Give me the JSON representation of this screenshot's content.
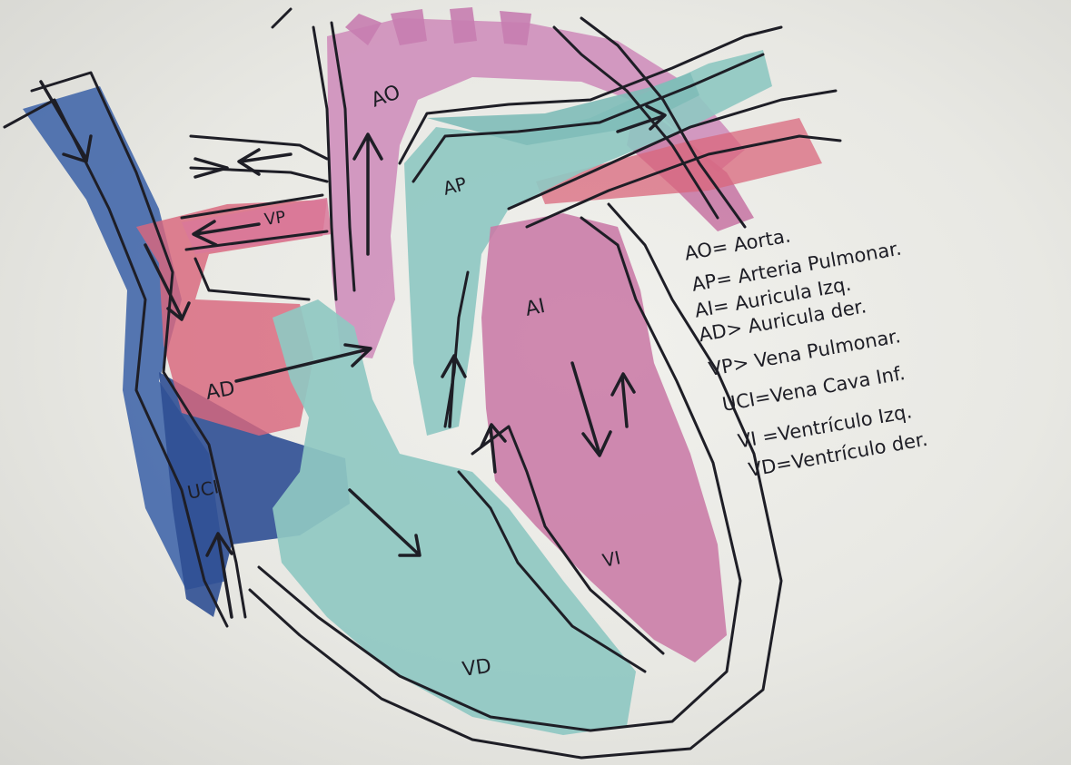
{
  "diagram": {
    "labels": {
      "ao": "AO",
      "ap": "AP",
      "vp": "VP",
      "ad": "AD",
      "ai": "AI",
      "uci": "UCI",
      "vi": "VI",
      "vd": "VD"
    },
    "legend": [
      "AO= Aorta.",
      "AP= Arteria Pulmonar.",
      "AI= Auricula Izq.",
      "AD> Auricula der.",
      "VP> Vena Pulmonar.",
      "UCI=Vena Cava Inf.",
      "VI =Ventrículo Izq.",
      "VD=Ventrículo der."
    ]
  },
  "colors": {
    "paper": "#eeeee9",
    "oxygenated_pink": "#c97aa6",
    "aorta_pink": "#cf8fbb",
    "atrium_red": "#d9677c",
    "deoxygenated_blue": "#3f64a8",
    "pulmonary_teal": "#8fc8c2",
    "ink": "#1e1e26"
  }
}
